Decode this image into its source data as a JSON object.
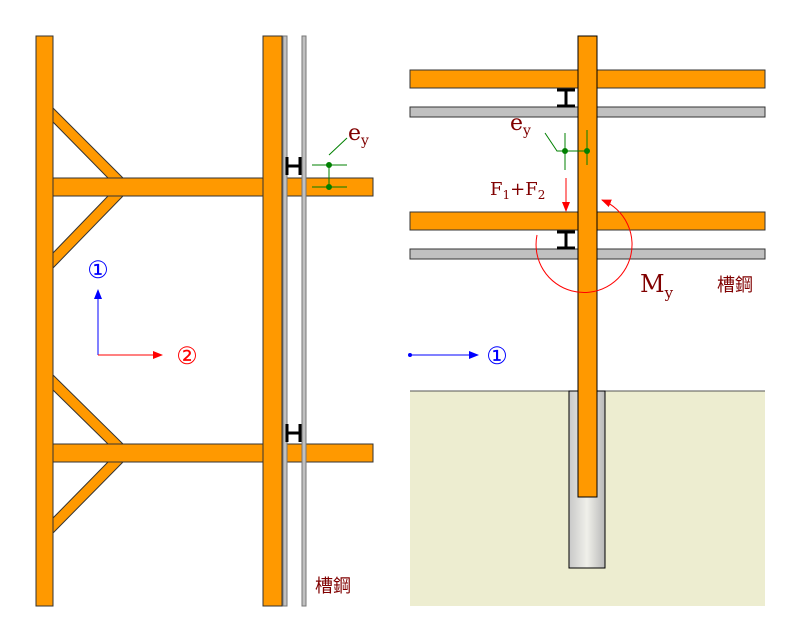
{
  "colors": {
    "steel": "#ff9900",
    "channel": "#c0c0c0",
    "ground": "#ededd0",
    "label": "#800000",
    "axis1": "#0000ff",
    "axis2": "#ff0000",
    "ecc": "#008000"
  },
  "left": {
    "axis1_label": "①",
    "axis2_label": "②",
    "ecc_label": "e",
    "ecc_sub": "y",
    "channel_label": "槽鋼"
  },
  "right": {
    "axis1_label": "①",
    "ecc_label": "e",
    "ecc_sub": "y",
    "force_F": "F",
    "force_1": "1",
    "force_plus": "+F",
    "force_2": "2",
    "moment_label": "M",
    "moment_sub": "y",
    "channel_label": "槽鋼"
  }
}
